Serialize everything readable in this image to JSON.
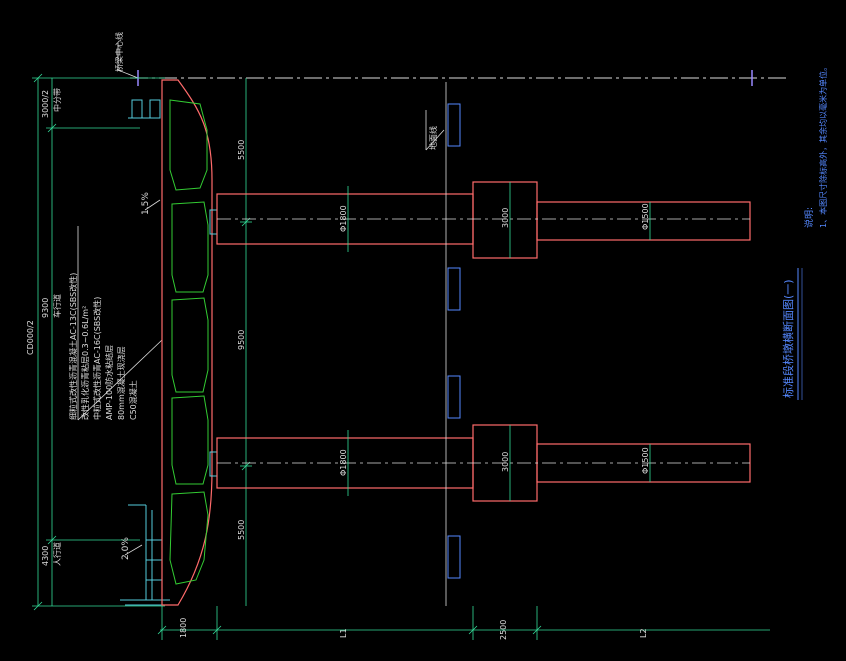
{
  "colors": {
    "background": "#000000",
    "structure": "#ff6b6b",
    "box": "#33cc33",
    "dimension": "#33dd99",
    "text": "#dddddd",
    "note": "#5588ff",
    "centerline": "#dddddd",
    "cyanish": "#55ccdd"
  },
  "top_label": "桥梁中心线",
  "left_dims": {
    "overall": "CD000/2",
    "top_seg": "3000/2",
    "middle_seg": "9300",
    "bottom_seg": "4300",
    "top_seg_name": "中分带",
    "middle_seg_name": "车行道",
    "bottom_seg_name": "人行道"
  },
  "vertical_dims": {
    "top": "5500",
    "middle": "9500",
    "bottom": "5500"
  },
  "slopes": {
    "upper": "1.5%",
    "lower": "2.0%"
  },
  "pavement_layers": [
    "细粒式改性沥青混凝土AC-13C(SBS改性)",
    "改性乳化沥青粘层0.3~0.6L/m²",
    "中粒式改性沥青AC-16C(SBS改性)",
    "AMP-100防水粘结层",
    "80mm混凝土现浇层",
    "C50混凝土"
  ],
  "piers": {
    "column_dia": "Φ1800",
    "cap_height": "3000",
    "pile_dia": "Φ1500"
  },
  "ground_label": "地面线",
  "bottom_dims": {
    "d1": "1800",
    "d2": "L1",
    "d3": "2500",
    "d4": "L2"
  },
  "title": "标准段桥墩横断面图(一)",
  "notes_heading": "说明:",
  "notes_text": "1、本图尺寸除标高外，其余均以毫米为单位。"
}
